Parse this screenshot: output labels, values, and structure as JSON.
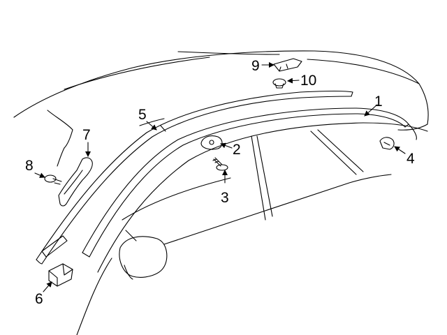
{
  "diagram": {
    "line_color": "#000000",
    "background": "#ffffff",
    "callouts": [
      {
        "label": "1",
        "part": "roof-drip-molding"
      },
      {
        "label": "2",
        "part": "molding-clip"
      },
      {
        "label": "3",
        "part": "screw"
      },
      {
        "label": "4",
        "part": "end-clip"
      },
      {
        "label": "5",
        "part": "windshield-side-molding"
      },
      {
        "label": "6",
        "part": "molding-end-cap"
      },
      {
        "label": "7",
        "part": "bracket"
      },
      {
        "label": "8",
        "part": "push-rivet"
      },
      {
        "label": "9",
        "part": "roof-clip"
      },
      {
        "label": "10",
        "part": "grommet-nut"
      }
    ]
  }
}
